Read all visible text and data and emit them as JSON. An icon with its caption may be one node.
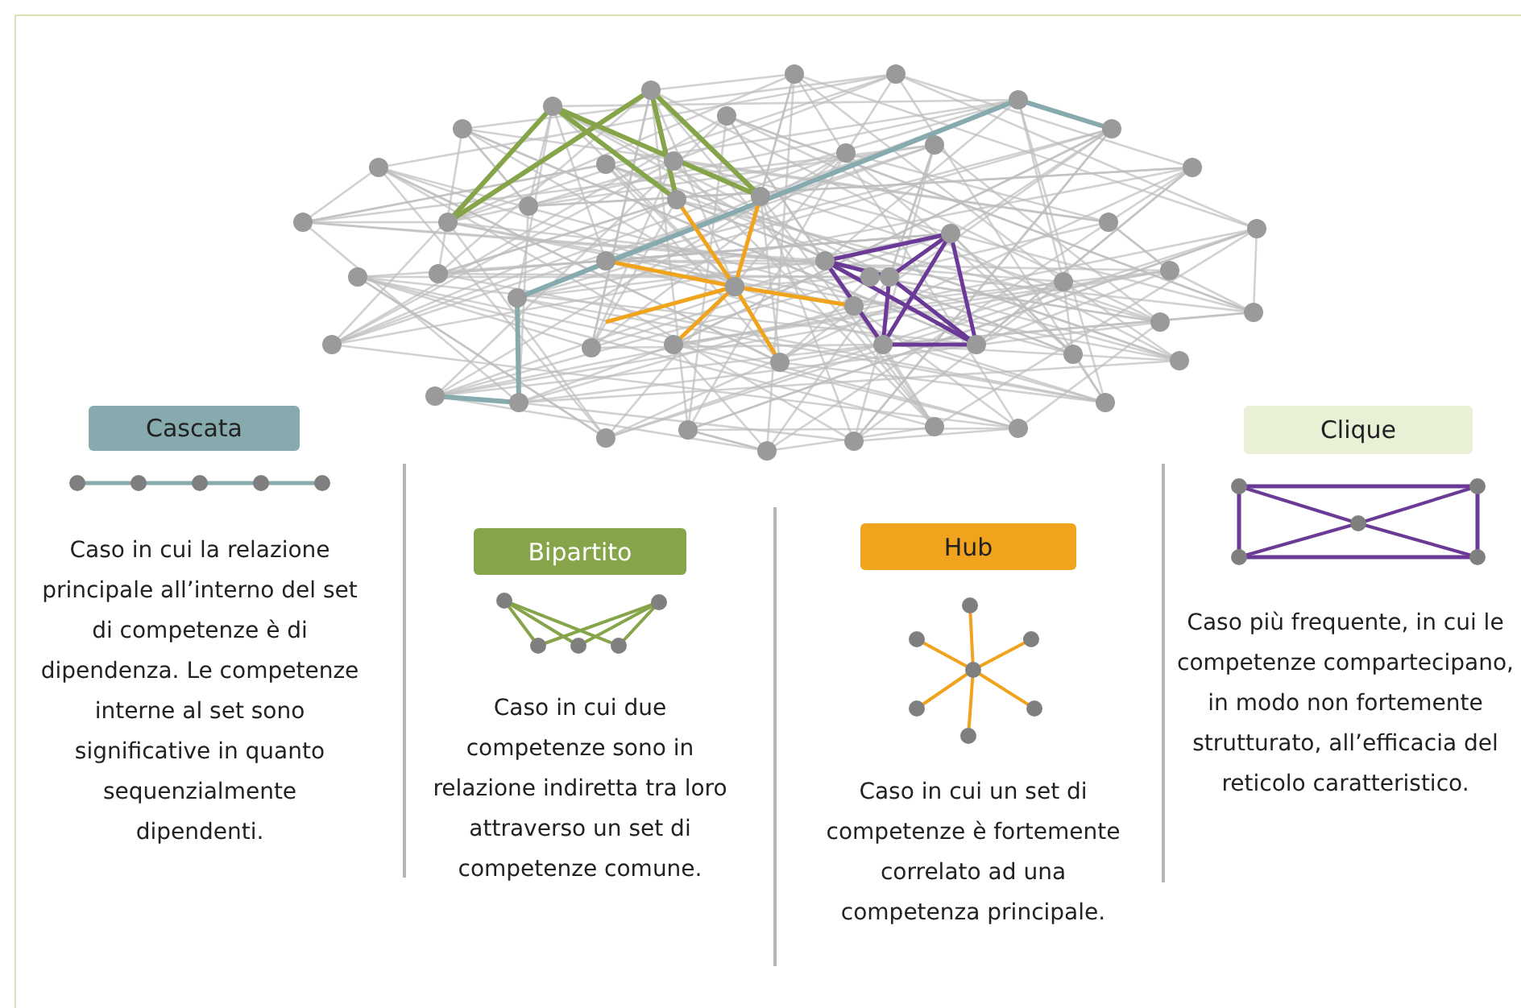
{
  "diagram": {
    "nodes": [
      {
        "text": [
          "Cascata"
        ]
      },
      {
        "text": [
          "Bipartito"
        ]
      },
      {
        "text": [
          "Hub"
        ]
      },
      {
        "text": [
          "Clique"
        ]
      }
    ],
    "labels": [
      "Caso in cui la relazione principale all’interno del set di competenze è di dipendenza. Le competenze interne al set sono significative in quanto sequenzialmente dipendenti.",
      "Caso in cui due competenze sono in relazione indiretta tra loro attraverso un set di competenze comune.",
      "Caso in cui un set di competenze è fortemente correlato ad una competenza principale.",
      "Caso più frequente, in cui le competenze compartecipano, in modo non fortemente strutturato, all’efficacia del reticolo caratteristico."
    ]
  }
}
